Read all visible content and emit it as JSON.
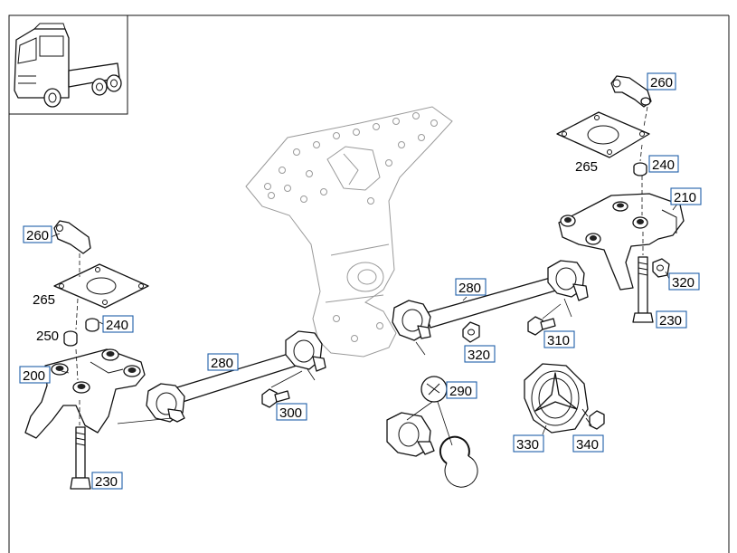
{
  "callouts": {
    "c260_right": "260",
    "c265_right": "265",
    "c240_right": "240",
    "c210": "210",
    "c320_right": "320",
    "c230_right": "230",
    "c260_left": "260",
    "c265_left": "265",
    "c250": "250",
    "c240_left": "240",
    "c200": "200",
    "c230_left": "230",
    "c280_left": "280",
    "c300": "300",
    "c280_right": "280",
    "c320_mid": "320",
    "c310": "310",
    "c290": "290",
    "c330": "330",
    "c340": "340"
  },
  "colors": {
    "line": "#111111",
    "ghost": "#9a9a9a",
    "callout_border": "#1f5fa8"
  },
  "icons": {
    "thumbnail": "truck-tractor-icon"
  }
}
